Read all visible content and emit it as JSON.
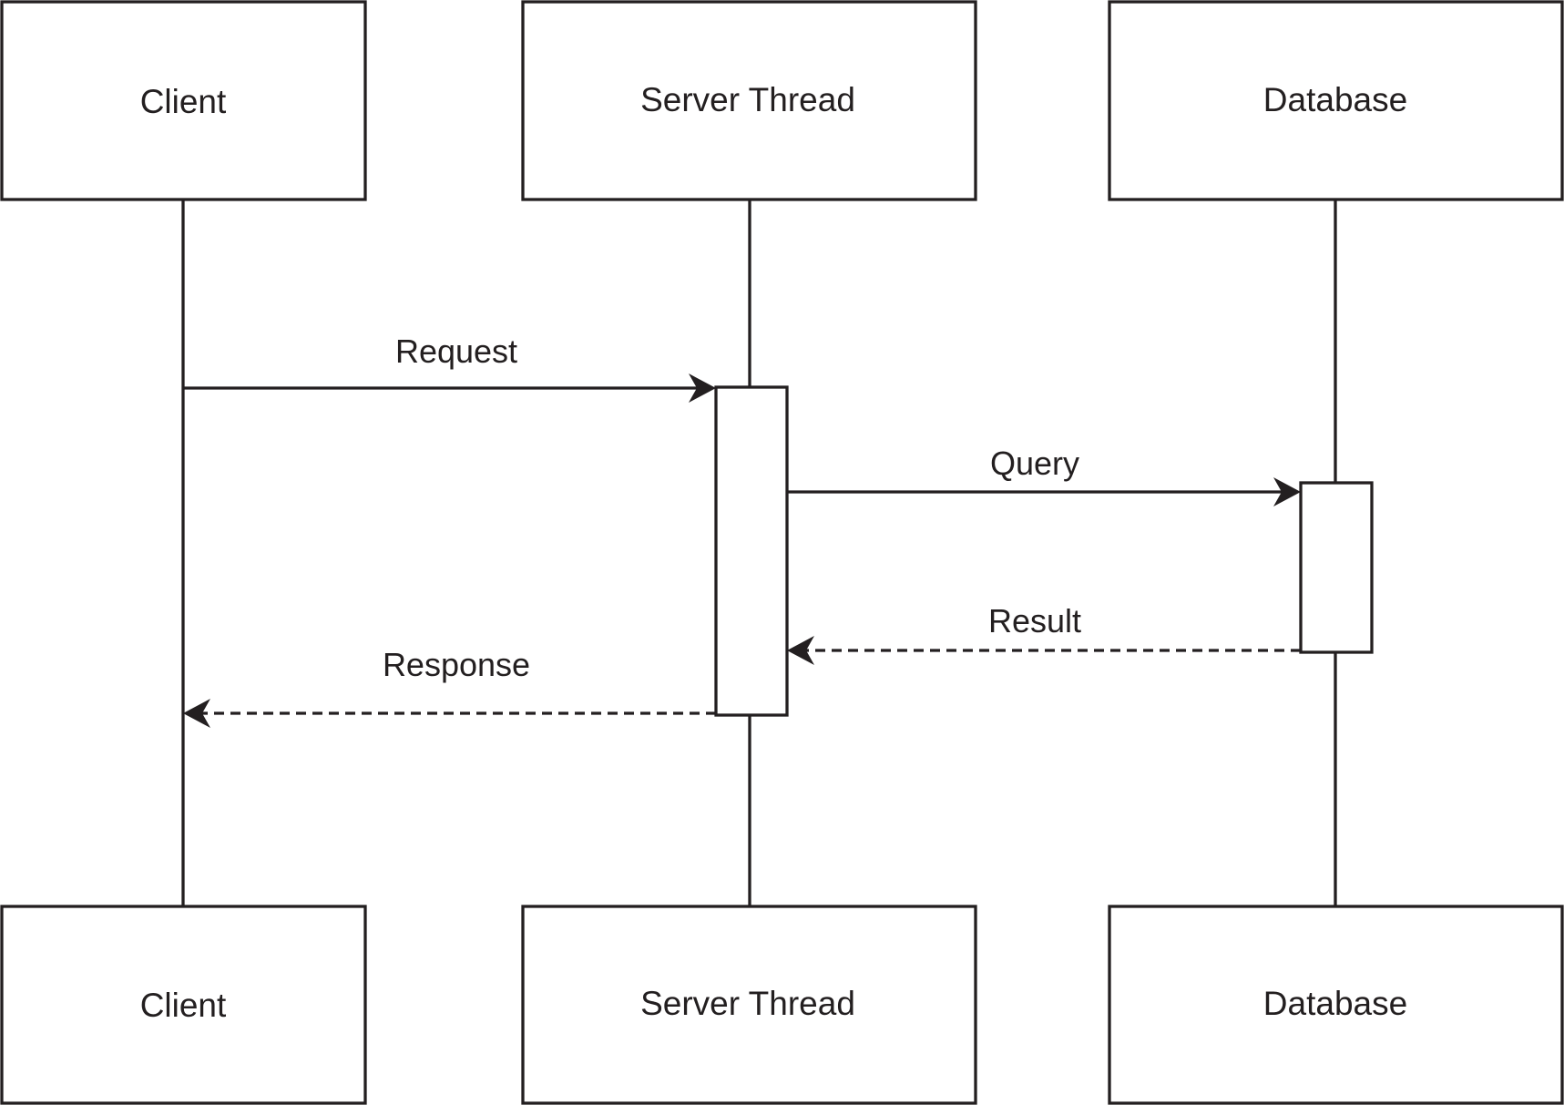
{
  "participants": [
    {
      "id": "client",
      "label": "Client"
    },
    {
      "id": "server",
      "label": "Server Thread"
    },
    {
      "id": "database",
      "label": "Database"
    }
  ],
  "messages": [
    {
      "id": "request",
      "label": "Request",
      "from": "client",
      "to": "server",
      "style": "solid"
    },
    {
      "id": "query",
      "label": "Query",
      "from": "server",
      "to": "database",
      "style": "solid"
    },
    {
      "id": "result",
      "label": "Result",
      "from": "database",
      "to": "server",
      "style": "dashed"
    },
    {
      "id": "response",
      "label": "Response",
      "from": "server",
      "to": "client",
      "style": "dashed"
    }
  ],
  "colors": {
    "ink": "#231f20",
    "background": "#ffffff"
  }
}
